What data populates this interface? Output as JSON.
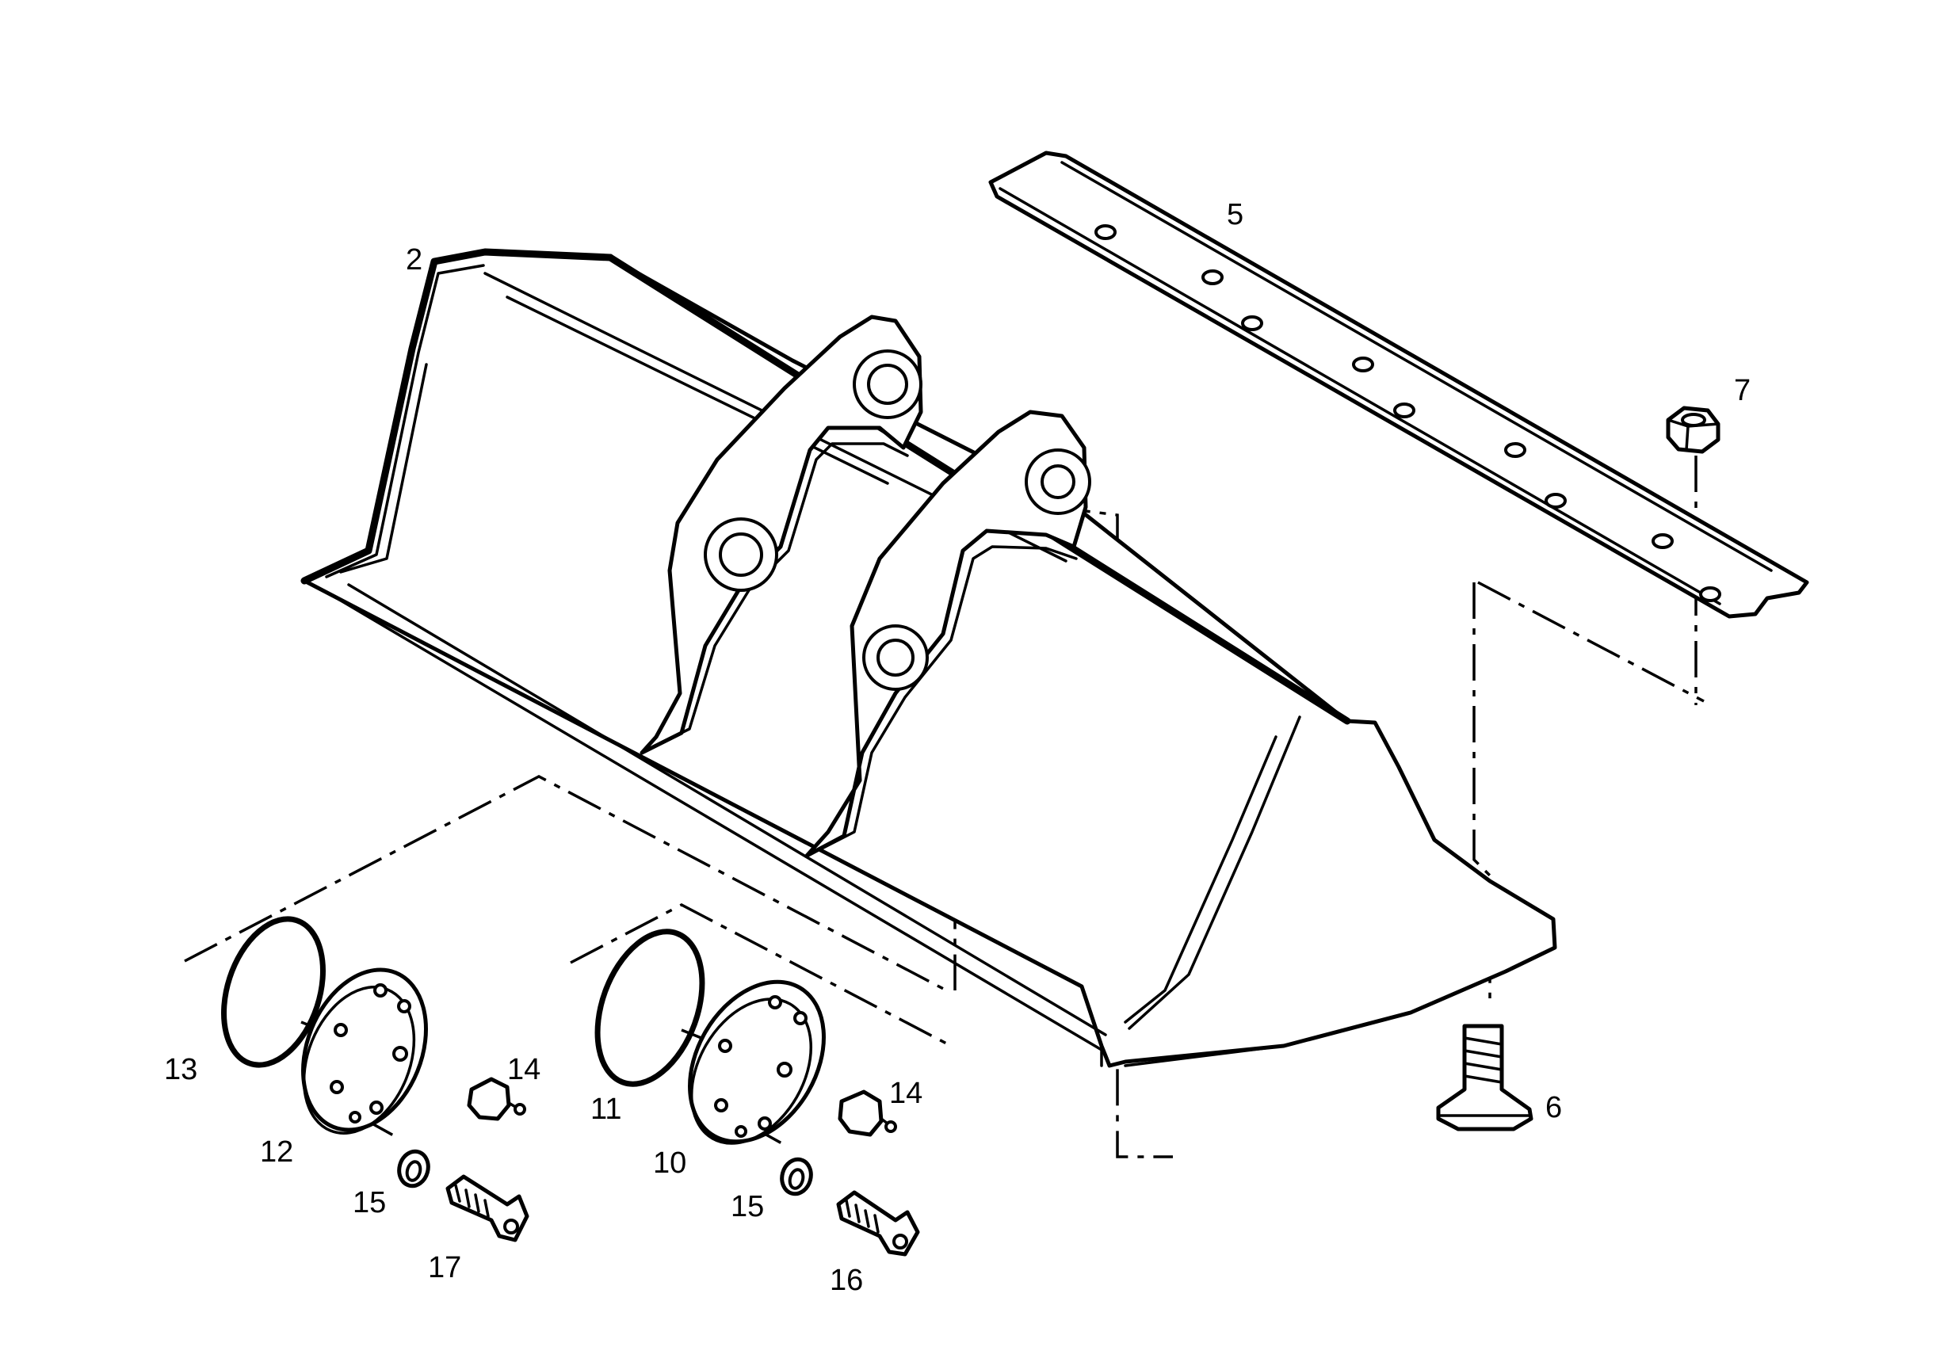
{
  "callouts": {
    "c2": "2",
    "c5": "5",
    "c7": "7",
    "c6": "6",
    "c13": "13",
    "c12": "12",
    "c11": "11",
    "c10": "10",
    "c14a": "14",
    "c14b": "14",
    "c15a": "15",
    "c15b": "15",
    "c17": "17",
    "c16": "16"
  }
}
